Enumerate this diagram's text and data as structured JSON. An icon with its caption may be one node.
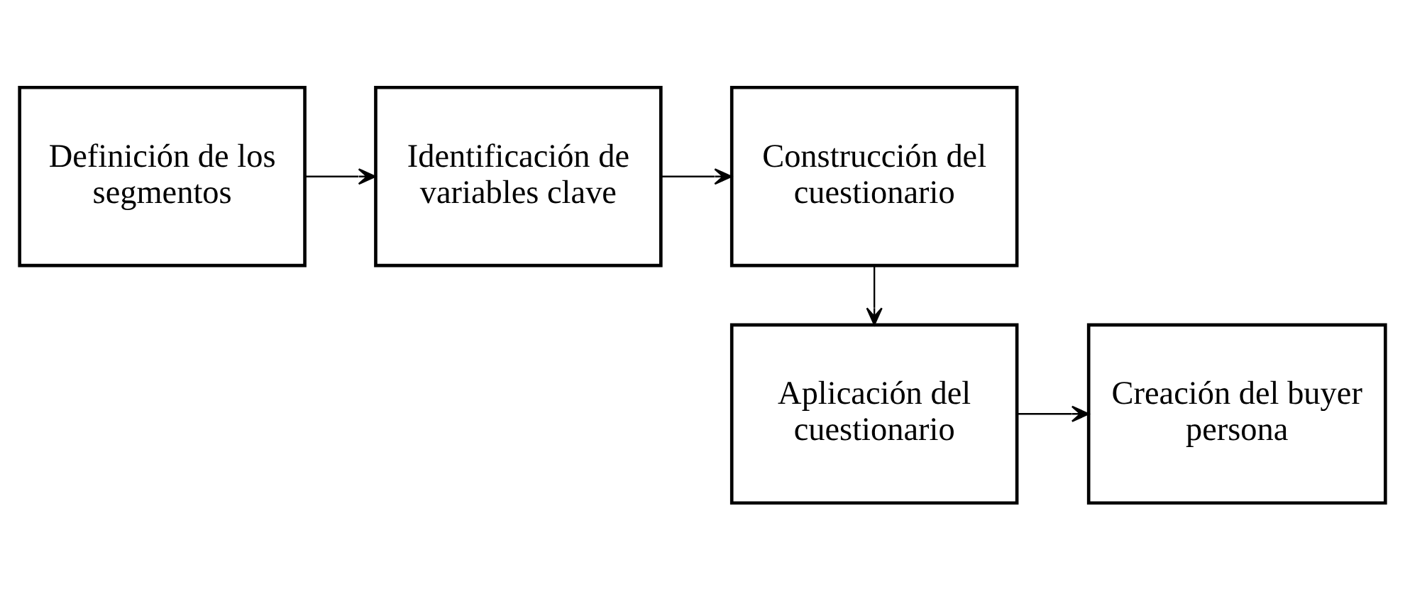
{
  "diagram": {
    "nodes": [
      {
        "text": [
          "Definición de los segmentos"
        ]
      },
      {
        "text": [
          "Identificación de variables clave"
        ]
      },
      {
        "text": [
          "Construcción del cuestionario"
        ]
      },
      {
        "text": [
          "Aplicación del cuestionario"
        ]
      },
      {
        "text": [
          "Creación del buyer persona"
        ]
      }
    ],
    "edges": [
      {
        "from": 0,
        "to": 1,
        "arrow": "to"
      },
      {
        "from": 1,
        "to": 2,
        "arrow": "to"
      },
      {
        "from": 2,
        "to": 3,
        "arrow": "to"
      },
      {
        "from": 3,
        "to": 4,
        "arrow": "to"
      }
    ]
  }
}
